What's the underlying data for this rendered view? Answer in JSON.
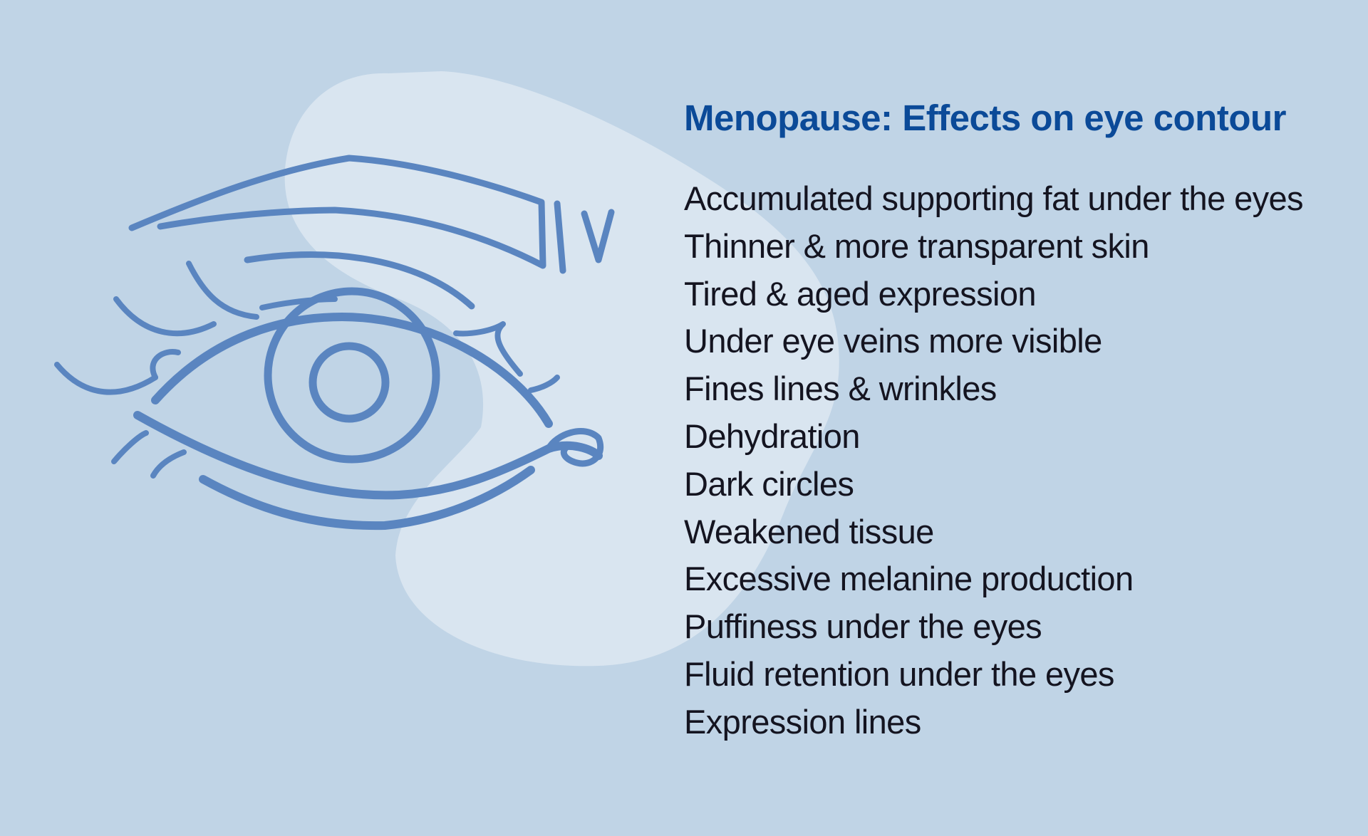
{
  "title": "Menopause: Effects on eye contour",
  "effects": [
    "Accumulated supporting fat under the eyes",
    "Thinner & more transparent skin",
    "Tired & aged expression",
    "Under eye veins more visible",
    "Fines lines & wrinkles",
    "Dehydration",
    "Dark circles",
    "Weakened tissue",
    "Excessive melanine production",
    "Puffiness under the eyes",
    "Fluid retention under the eyes",
    "Expression lines"
  ],
  "colors": {
    "background": "#c0d4e6",
    "blob": "#d9e5f0",
    "illustration_stroke": "#5a85c0",
    "title": "#0b4a98",
    "text": "#141420"
  },
  "illustration": {
    "icon": "eye-line-drawing-icon"
  }
}
